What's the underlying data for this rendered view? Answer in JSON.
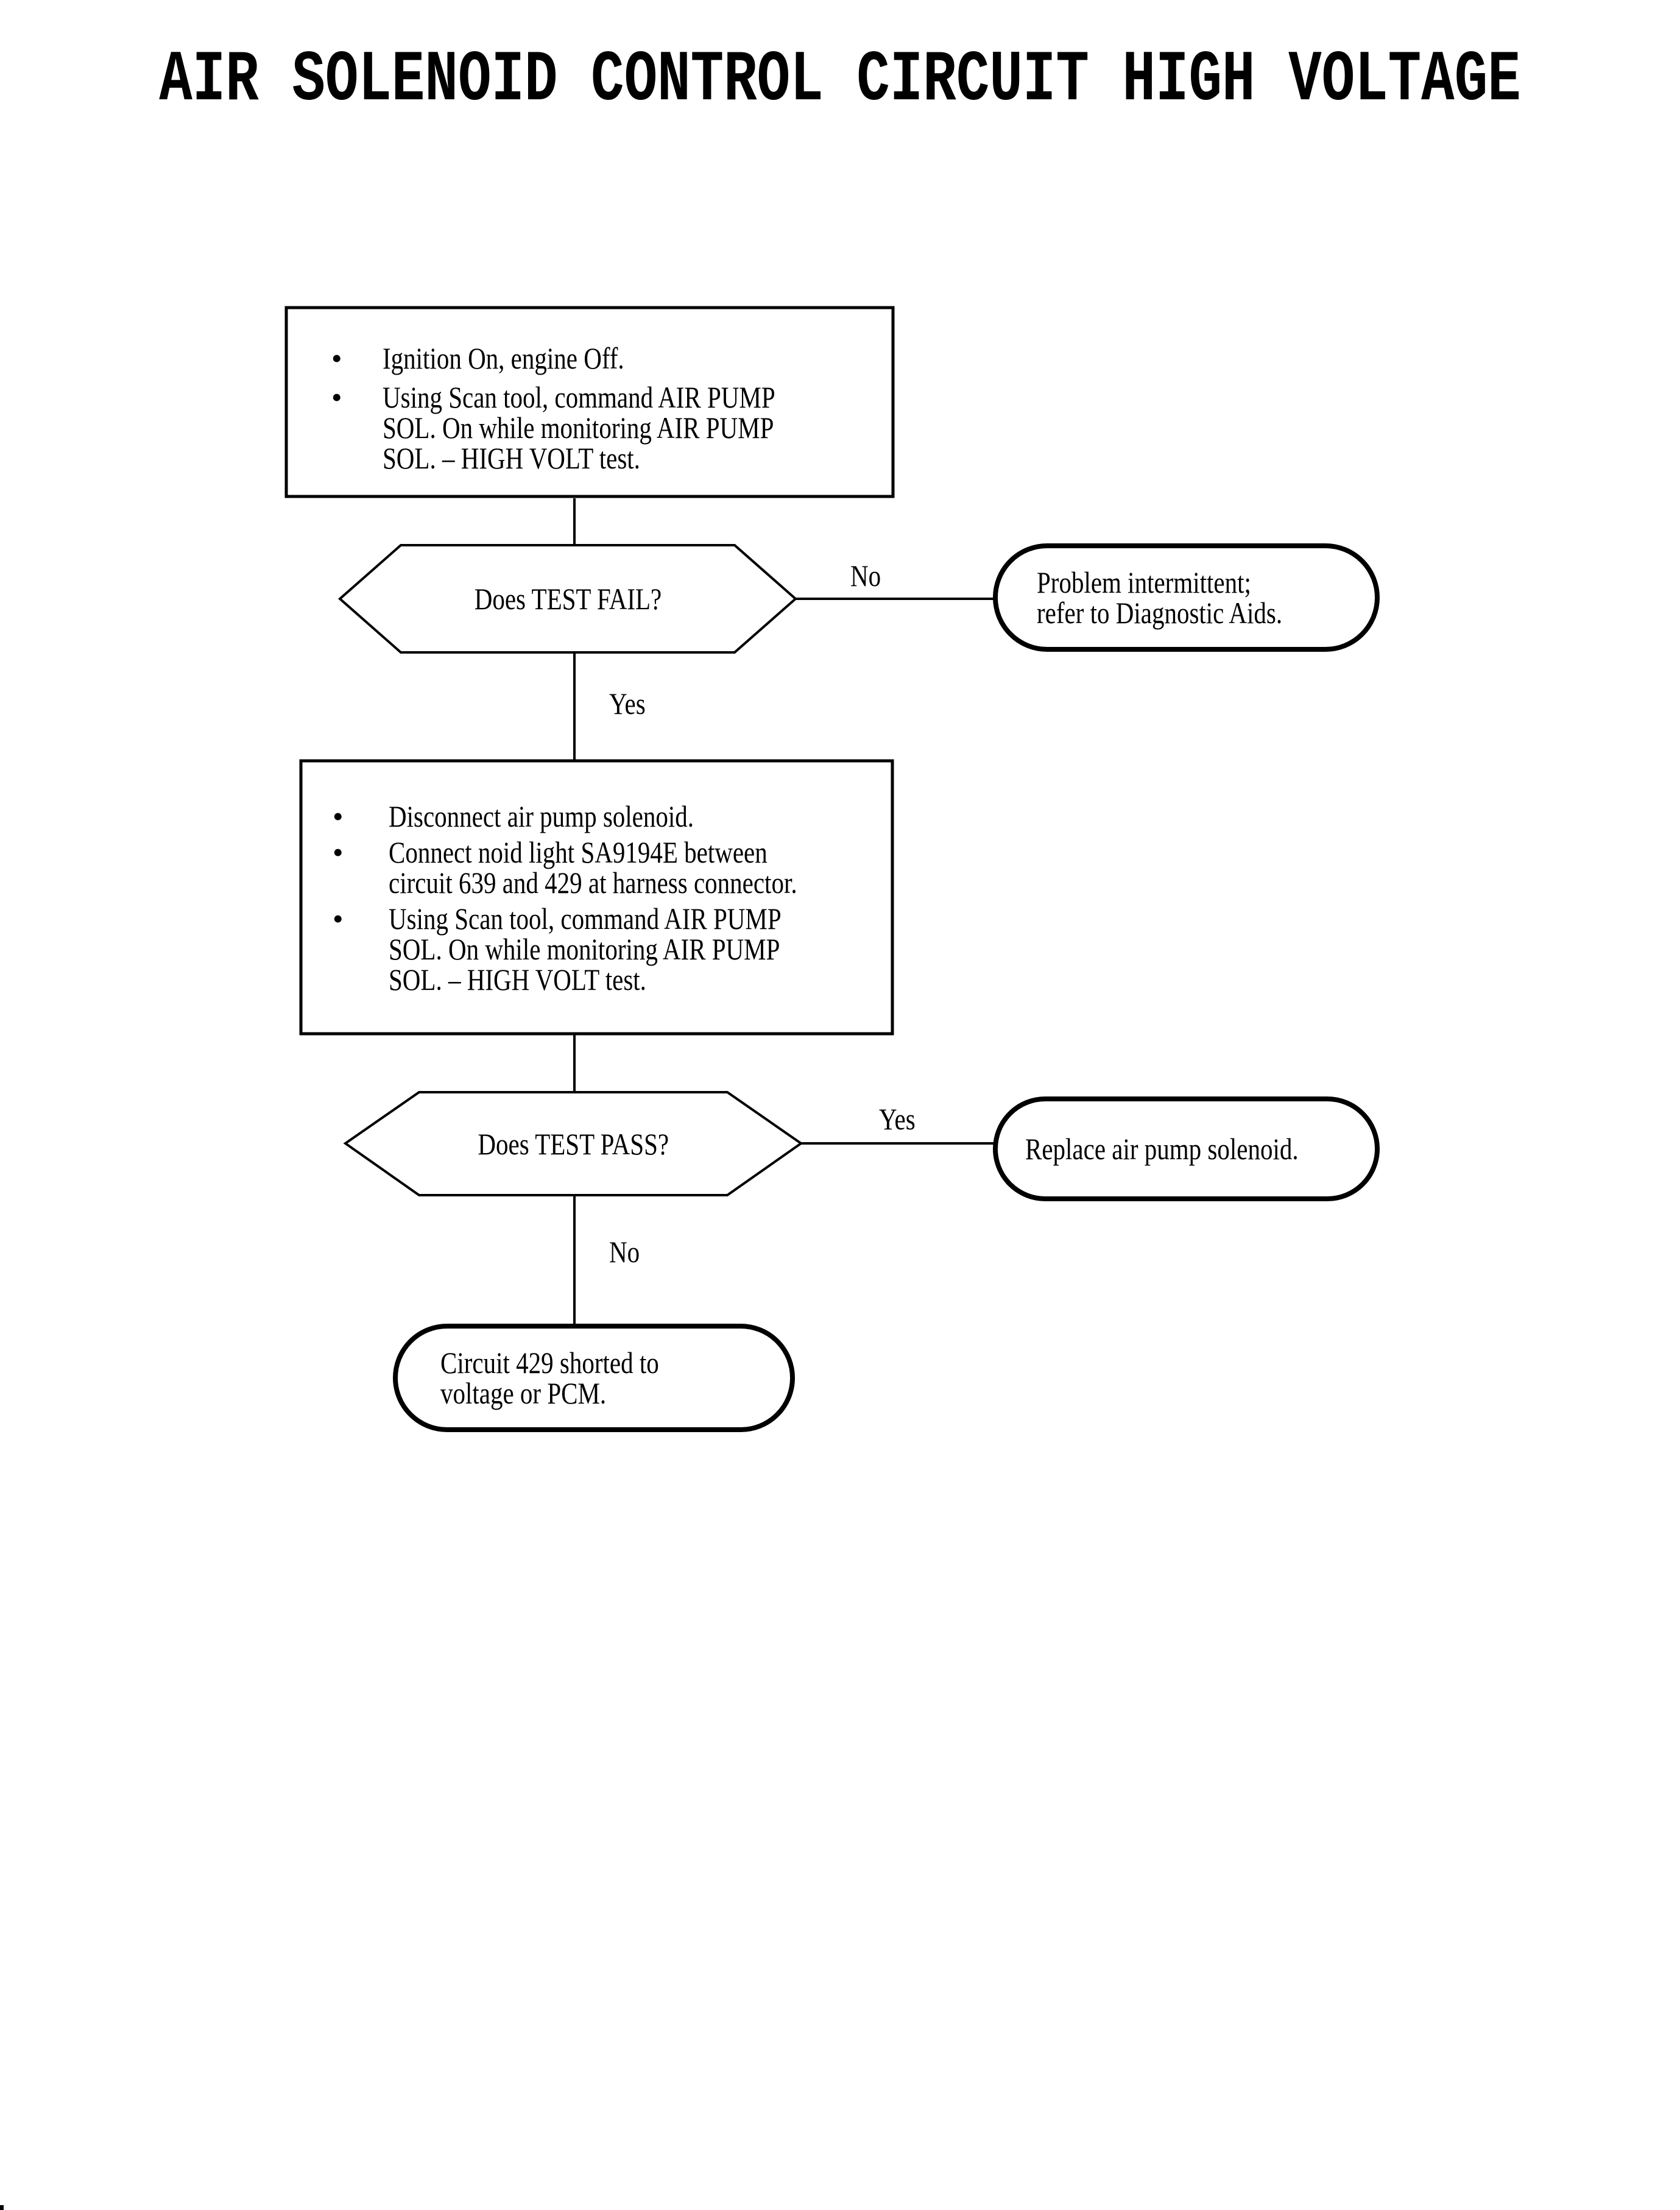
{
  "title": "AIR SOLENOID CONTROL CIRCUIT HIGH VOLTAGE",
  "bullet_char": "•",
  "flowchart": {
    "step1": {
      "bullets": [
        "Ignition On, engine Off.",
        "Using Scan tool, command AIR PUMP\nSOL. On while monitoring AIR PUMP\nSOL. – HIGH VOLT test."
      ]
    },
    "decision1": {
      "label": "Does TEST FAIL?",
      "no_label": "No",
      "yes_label": "Yes"
    },
    "terminal_intermittent": {
      "text": "Problem intermittent;\nrefer to Diagnostic Aids."
    },
    "step2": {
      "bullets": [
        "Disconnect air pump solenoid.",
        "Connect noid light SA9194E between\ncircuit 639 and 429 at harness connector.",
        "Using Scan tool, command AIR PUMP\nSOL. On while monitoring AIR PUMP\nSOL. – HIGH VOLT test."
      ]
    },
    "decision2": {
      "label": "Does TEST PASS?",
      "yes_label": "Yes",
      "no_label": "No"
    },
    "terminal_replace": {
      "text": "Replace air pump solenoid."
    },
    "terminal_shorted": {
      "text": "Circuit 429 shorted to\nvoltage or PCM."
    }
  },
  "colors": {
    "ink": "#000000",
    "paper": "#ffffff"
  }
}
